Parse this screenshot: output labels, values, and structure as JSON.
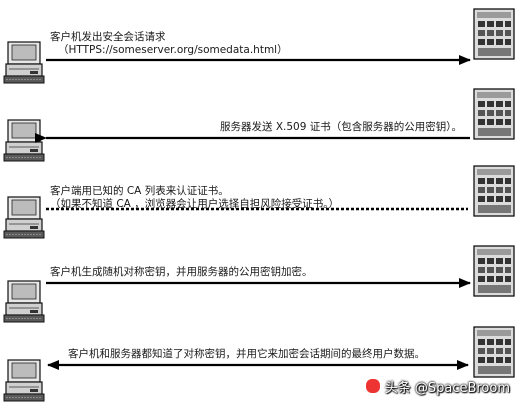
{
  "steps": [
    {
      "line1": "客户机发出安全会话请求",
      "line2": "（HTTPS://someserver.org/somedata.html）"
    },
    {
      "line1": "服务器发送 X.509 证书（包含服务器的公用密钥）。"
    },
    {
      "line1": "客户端用已知的 CA 列表来认证证书。",
      "line2": "（如果不知道 CA ，浏览器会让用户选择自担风险接受证书。）"
    },
    {
      "line1": "客户机生成随机对称密钥，并用服务器的公用密钥加密。"
    },
    {
      "line1": "客户机和服务器都知道了对称密钥，并用它来加密会话期间的最终用户数据。"
    }
  ],
  "watermark": "头条 @SpaceBroom"
}
